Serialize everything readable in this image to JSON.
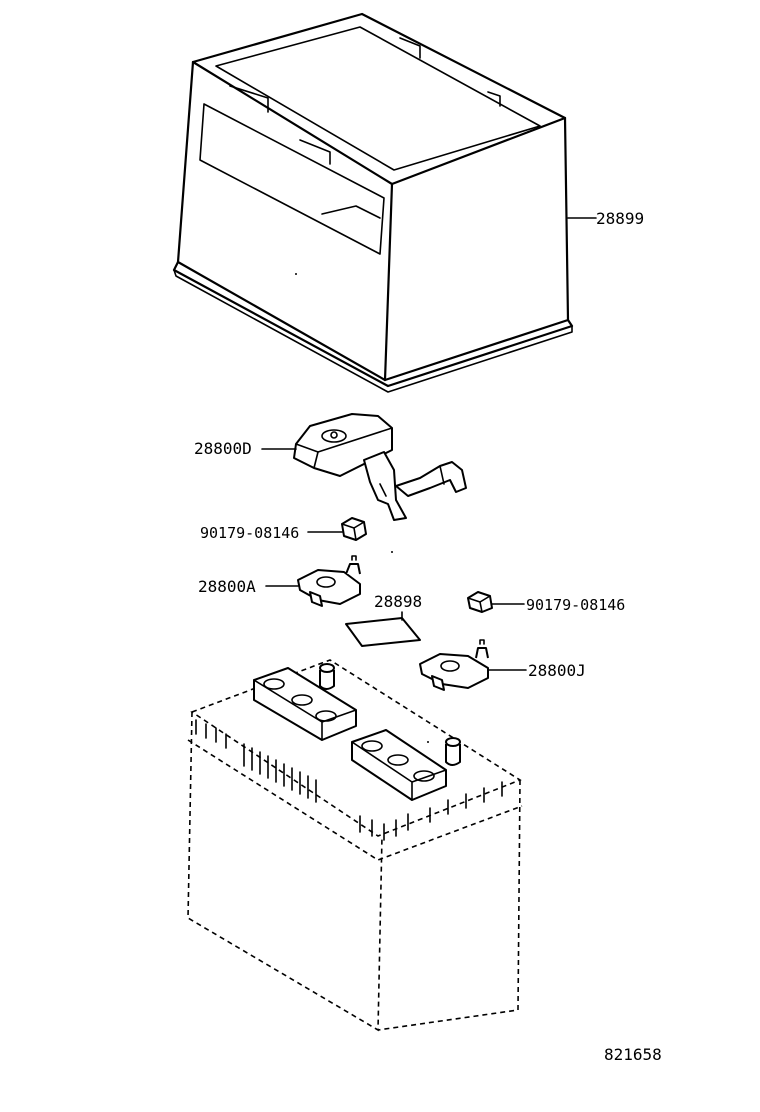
{
  "diagram": {
    "labels": {
      "tray": "28899",
      "cover": "28800D",
      "nut_left": "90179-08146",
      "clamp_neg": "28800A",
      "plate": "28898",
      "nut_right": "90179-08146",
      "clamp_pos": "28800J"
    },
    "figure_number": "821658"
  }
}
